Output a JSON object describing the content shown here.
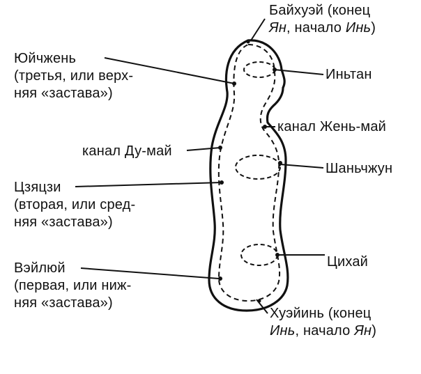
{
  "labels": {
    "baihui": {
      "line1": "Байхуэй (конец",
      "line2_a": "Ян",
      "line2_b": ", начало ",
      "line2_c": "Инь",
      "line2_d": ")"
    },
    "yuizhen": {
      "line1": "Юйчжень",
      "line2": "(третья, или верх-",
      "line3": "няя «застава»)"
    },
    "yintang": "Иньтан",
    "renmai": "канал Жень-май",
    "dumai": "канал Ду-май",
    "jiaji": {
      "line1": "Цзяцзи",
      "line2": "(вторая, или сред-",
      "line3": "няя «застава»)"
    },
    "shanzhong": "Шаньчжун",
    "qihai": "Цихай",
    "weilui": {
      "line1": "Вэйлюй",
      "line2": "(первая, или ниж-",
      "line3": "няя «застава»)"
    },
    "huiyin": {
      "line1": "Хуэйинь (конец",
      "line2_a": "Инь",
      "line2_b": ", начало ",
      "line2_c": "Ян",
      "line2_d": ")"
    }
  },
  "colors": {
    "ink": "#111111",
    "background": "#ffffff"
  }
}
